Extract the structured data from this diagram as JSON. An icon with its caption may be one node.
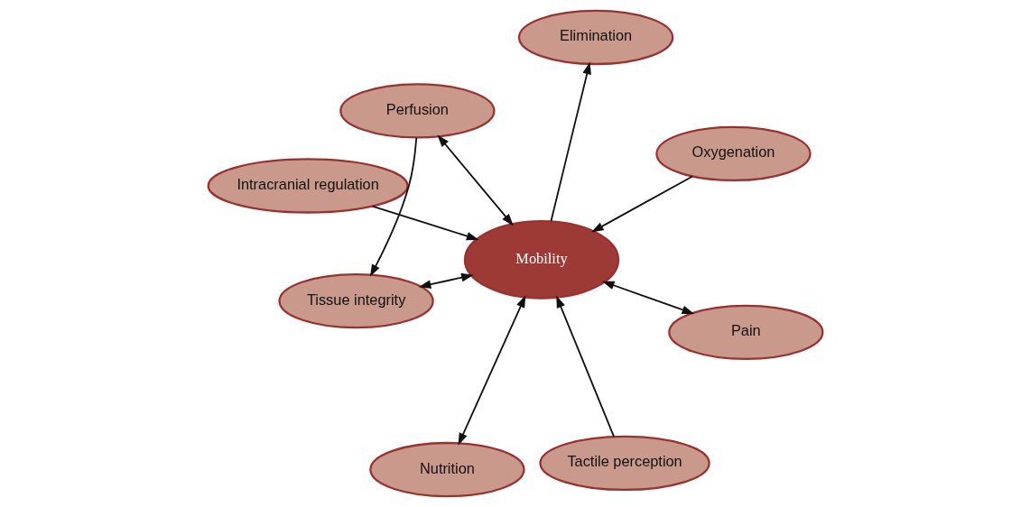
{
  "diagram": {
    "nodes": [
      {
        "text": [
          "Intracranial regulation"
        ]
      },
      {
        "text": [
          "Oxygenation"
        ]
      },
      {
        "text": [
          "Tactile perception"
        ]
      },
      {
        "text": [
          "Perfusion"
        ]
      },
      {
        "text": [
          "Mobility"
        ]
      },
      {
        "text": [
          "Elimination"
        ]
      },
      {
        "text": [
          "Tissue integrity"
        ]
      },
      {
        "text": [
          "Pain"
        ]
      },
      {
        "text": [
          "Nutrition"
        ]
      }
    ],
    "edges": [
      {
        "from": 0,
        "to": 4,
        "arrow": "to"
      },
      {
        "from": 1,
        "to": 4,
        "arrow": "to"
      },
      {
        "from": 2,
        "to": 4,
        "arrow": "to"
      },
      {
        "from": 4,
        "to": 3,
        "arrow": "both"
      },
      {
        "from": 3,
        "to": 6,
        "arrow": "to"
      },
      {
        "from": 4,
        "to": 6,
        "arrow": "both"
      },
      {
        "from": 4,
        "to": 5,
        "arrow": "to"
      },
      {
        "from": 4,
        "to": 7,
        "arrow": "both"
      },
      {
        "from": 4,
        "to": 8,
        "arrow": "both"
      }
    ]
  }
}
